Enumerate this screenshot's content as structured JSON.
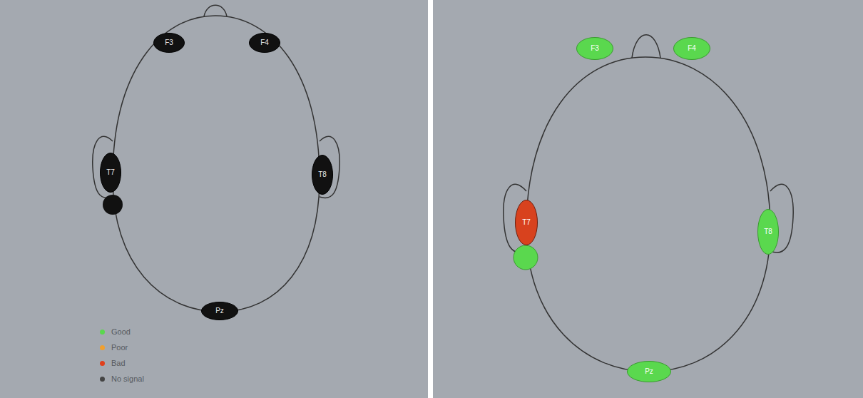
{
  "diagram": {
    "nodes": [
      {
        "text": [
          "F3"
        ]
      },
      {
        "text": [
          "F4"
        ]
      },
      {
        "text": [
          "T7"
        ]
      },
      {
        "text": [
          "T8"
        ]
      },
      {
        "text": [
          "Pz"
        ]
      },
      {
        "text": [
          "F3"
        ]
      },
      {
        "text": [
          "F4"
        ]
      },
      {
        "text": [
          "T7"
        ]
      },
      {
        "text": [
          "T8"
        ]
      },
      {
        "text": [
          "Pz"
        ]
      }
    ],
    "legend": [
      {
        "text": "Good",
        "color": "#5ad84e"
      },
      {
        "text": "Poor",
        "color": "#f0a030"
      },
      {
        "text": "Bad",
        "color": "#e0401c"
      },
      {
        "text": "No signal",
        "color": "#444444"
      }
    ]
  }
}
